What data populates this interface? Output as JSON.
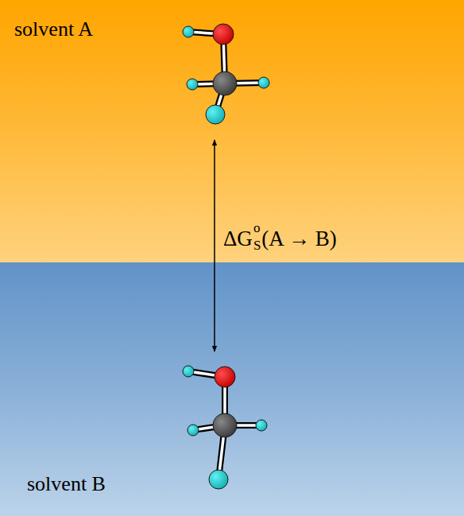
{
  "diagram": {
    "nodes": [
      {
        "text": [
          "solvent A"
        ]
      },
      {
        "text": [
          "solvent B"
        ]
      }
    ],
    "labels": [
      "ΔG",
      "o",
      "S",
      "(A → B)"
    ]
  }
}
